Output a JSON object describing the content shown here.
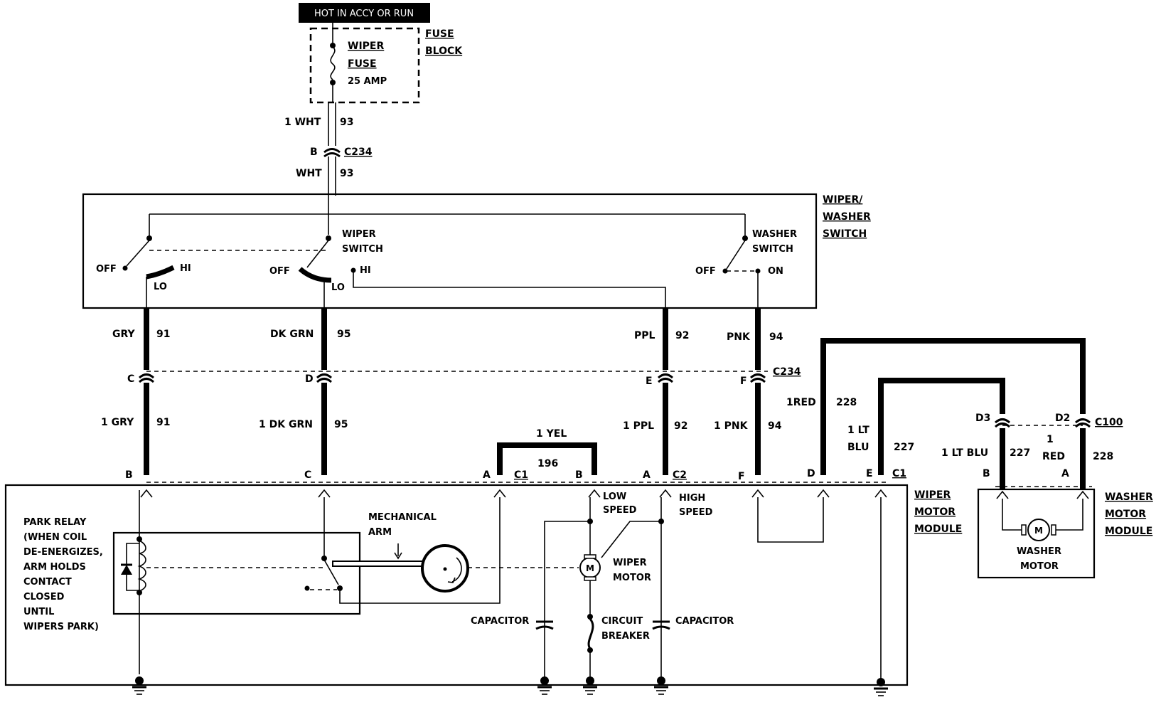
{
  "header": {
    "power_label": "HOT IN ACCY OR RUN"
  },
  "fuse_block": {
    "title_1": "FUSE",
    "title_2": "BLOCK",
    "fuse_name_1": "WIPER",
    "fuse_name_2": "FUSE",
    "rating": "25 AMP"
  },
  "feed": {
    "upper_wire": "1 WHT",
    "upper_circuit": "93",
    "connector_pin": "B",
    "connector": "C234",
    "lower_wire": "WHT",
    "lower_circuit": "93"
  },
  "switch_assembly": {
    "title_1": "WIPER/",
    "title_2": "WASHER",
    "title_3": "SWITCH",
    "left_off": "OFF",
    "left_hi": "HI",
    "left_lo": "LO",
    "wiper_switch_1": "WIPER",
    "wiper_switch_2": "SWITCH",
    "mid_off": "OFF",
    "mid_hi": "HI",
    "mid_lo": "LO",
    "washer_switch_1": "WASHER",
    "washer_switch_2": "SWITCH",
    "washer_off": "OFF",
    "washer_on": "ON"
  },
  "harness": {
    "gry_upper": "GRY",
    "gry_upper_circuit": "91",
    "gry_pin": "C",
    "gry_lower": "1 GRY",
    "gry_lower_circuit": "91",
    "dkgrn_upper": "DK GRN",
    "dkgrn_upper_circuit": "95",
    "dkgrn_pin": "D",
    "dkgrn_lower": "1 DK GRN",
    "dkgrn_lower_circuit": "95",
    "ppl_upper": "PPL",
    "ppl_upper_circuit": "92",
    "ppl_pin": "E",
    "ppl_lower": "1 PPL",
    "ppl_lower_circuit": "92",
    "pnk_upper": "PNK",
    "pnk_upper_circuit": "94",
    "pnk_pin": "F",
    "pnk_lower": "1 PNK",
    "pnk_lower_circuit": "94",
    "harness_connector": "C234",
    "red_wire": "1RED",
    "red_circuit": "228",
    "ltblu_wire_1": "1 LT",
    "ltblu_wire_2": "BLU",
    "ltblu_circuit": "227",
    "yel_wire": "1 YEL",
    "yel_circuit": "196"
  },
  "washer_harness": {
    "pin_d3": "D3",
    "pin_d2": "D2",
    "connector": "C100",
    "ltblu_wire": "1 LT BLU",
    "ltblu_circuit": "227",
    "red_wire_1": "1",
    "red_wire_2": "RED",
    "red_circuit": "228",
    "pin_b": "B",
    "pin_a": "A"
  },
  "motor_module": {
    "title_1": "WIPER",
    "title_2": "MOTOR",
    "title_3": "MODULE",
    "pin_b": "B",
    "pin_c": "C",
    "pin_a_c1": "A",
    "c1_a": "C1",
    "pin_b_c1": "B",
    "pin_a_c2": "A",
    "c2": "C2",
    "pin_f": "F",
    "pin_d": "D",
    "pin_e": "E",
    "c1_e": "C1",
    "low_speed_1": "LOW",
    "low_speed_2": "SPEED",
    "high_speed_1": "HIGH",
    "high_speed_2": "SPEED",
    "park_relay_lines": [
      "PARK RELAY",
      "(WHEN COIL",
      "DE-ENERGIZES,",
      "ARM HOLDS",
      "CONTACT",
      "CLOSED",
      "UNTIL",
      "WIPERS PARK)"
    ],
    "mech_arm_1": "MECHANICAL",
    "mech_arm_2": "ARM",
    "wiper_motor_1": "WIPER",
    "wiper_motor_2": "MOTOR",
    "motor_symbol": "M",
    "capacitor_left": "CAPACITOR",
    "capacitor_right": "CAPACITOR",
    "circuit_breaker_1": "CIRCUIT",
    "circuit_breaker_2": "BREAKER"
  },
  "washer_module": {
    "title_1": "WASHER",
    "title_2": "MOTOR",
    "title_3": "MODULE",
    "motor_1": "WASHER",
    "motor_2": "MOTOR",
    "motor_symbol": "M"
  }
}
